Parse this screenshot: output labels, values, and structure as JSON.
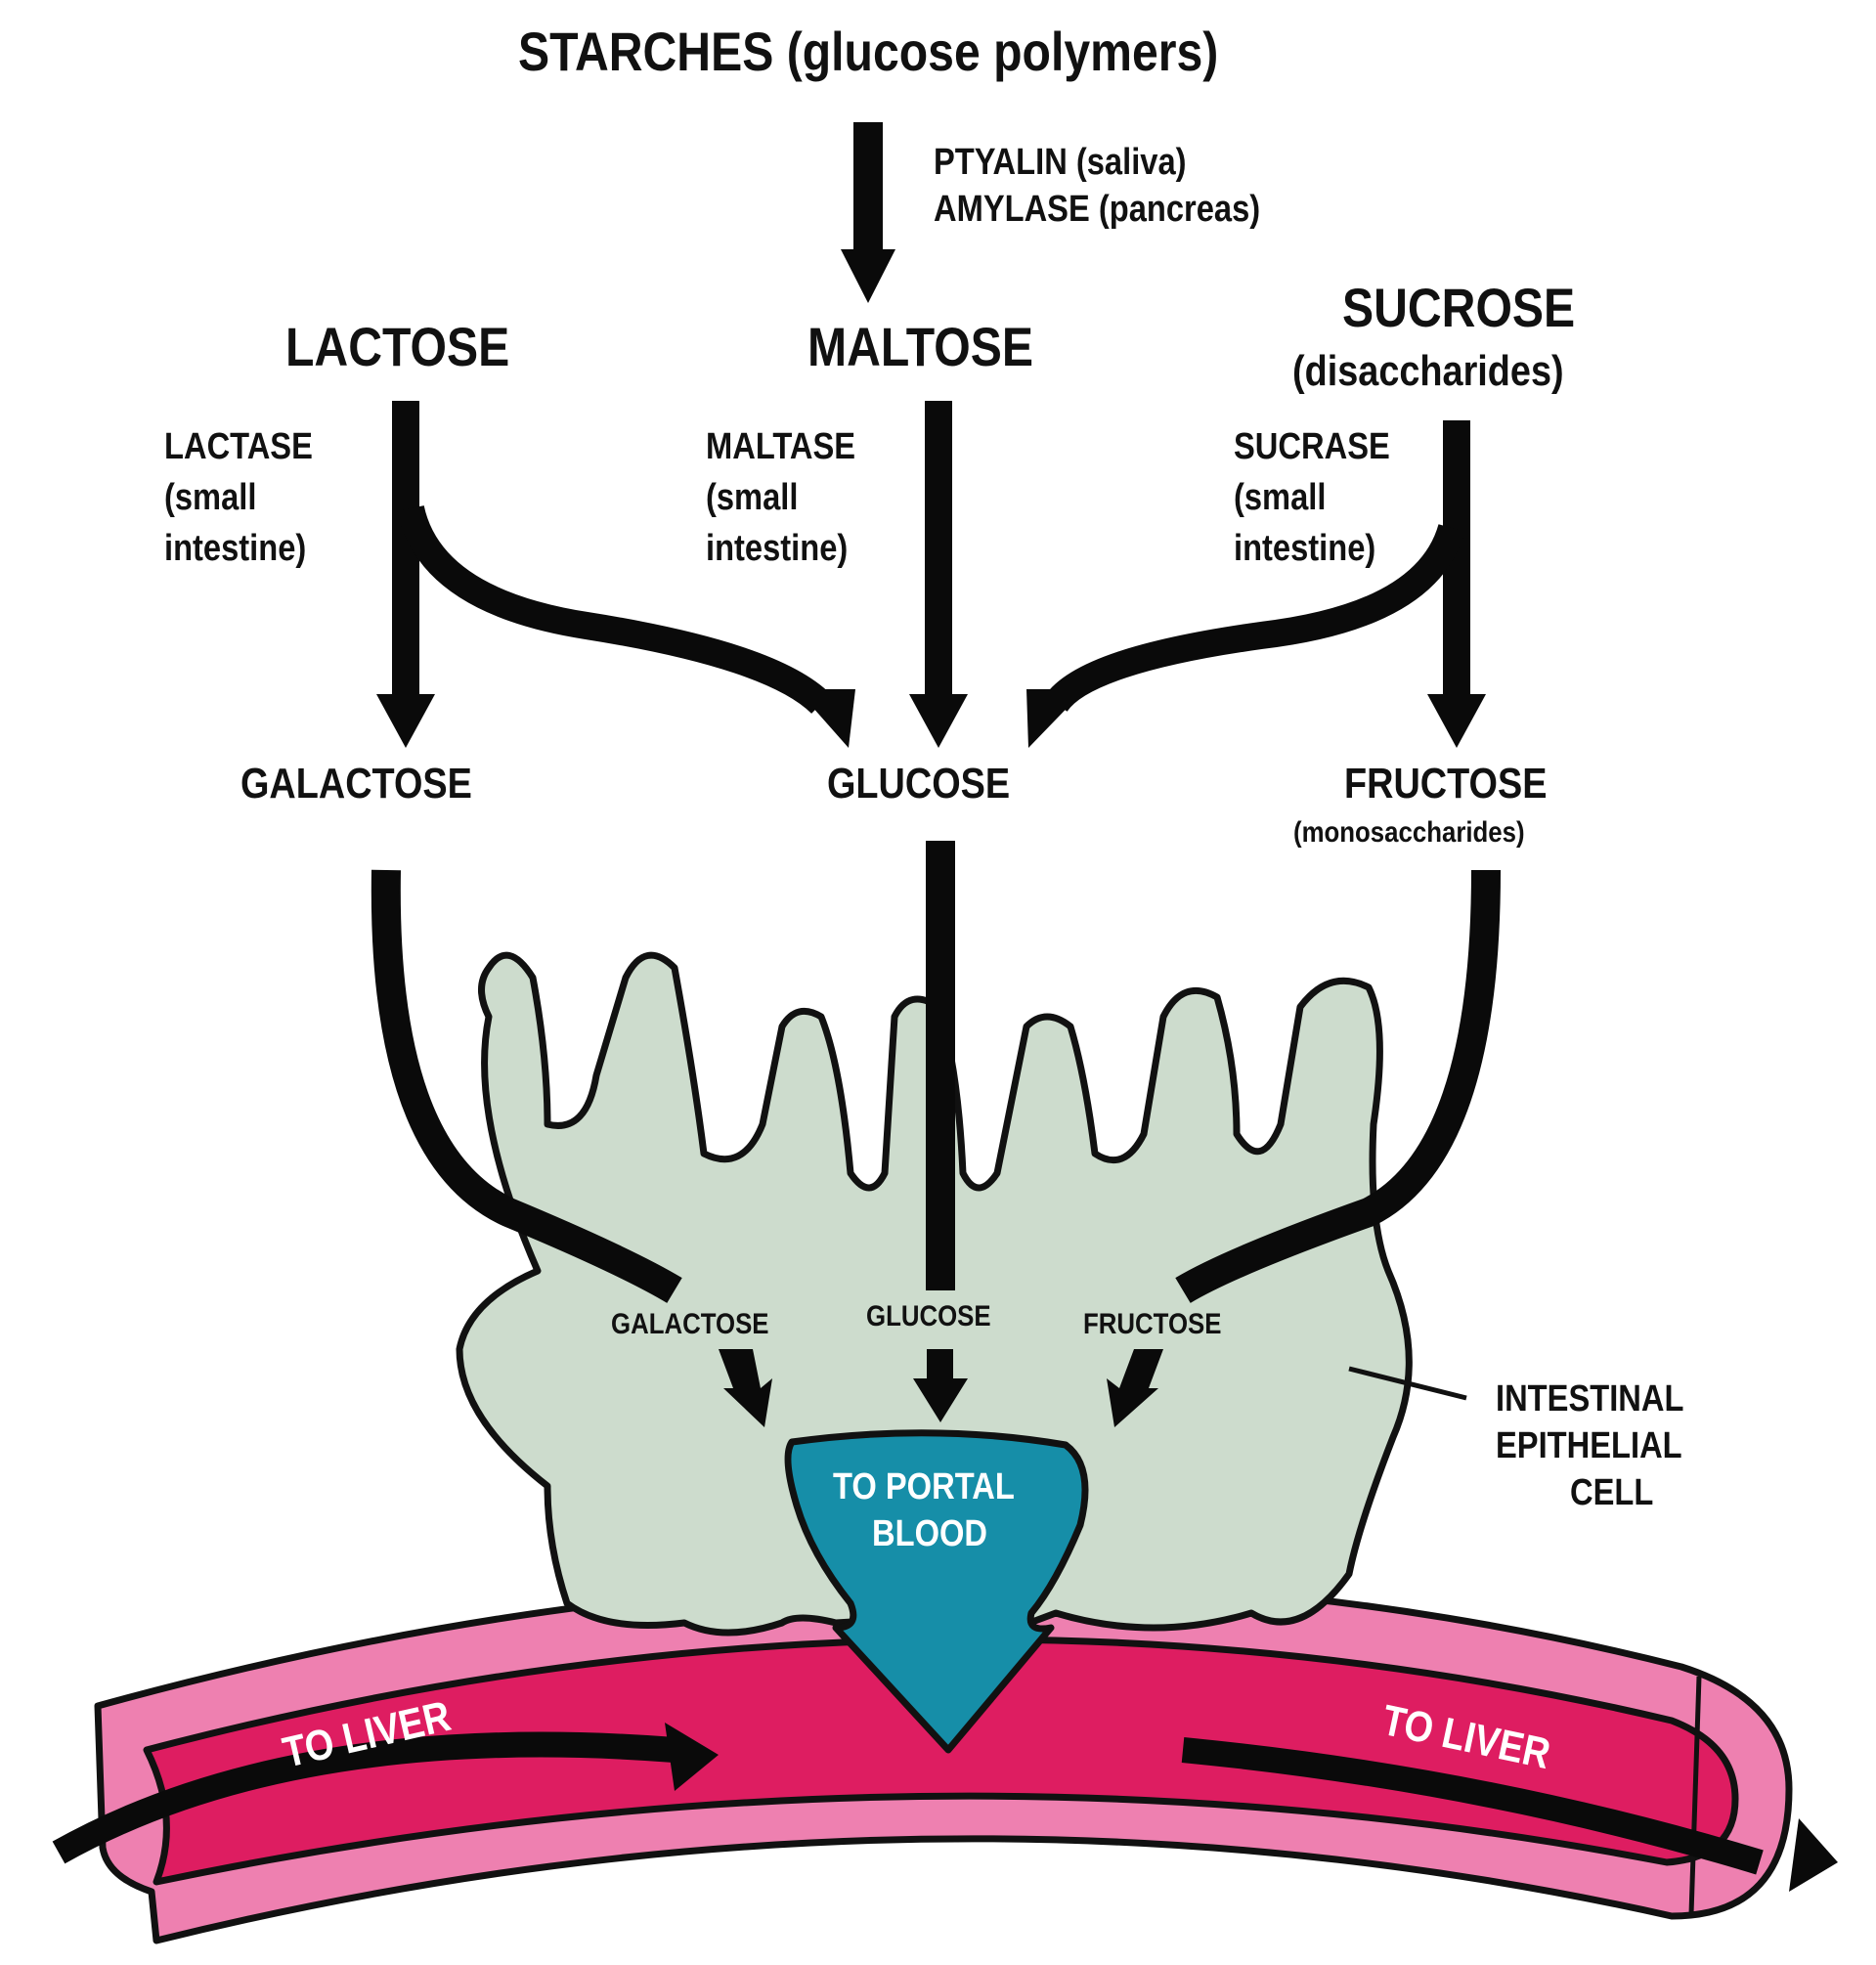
{
  "title": "STARCHES (glucose polymers)",
  "enzymes": {
    "starch": [
      "PTYALIN (saliva)",
      "AMYLASE (pancreas)"
    ],
    "lactase": [
      "LACTASE",
      "(small",
      "intestine)"
    ],
    "maltase": [
      "MALTASE",
      "(small",
      "intestine)"
    ],
    "sucrase": [
      "SUCRASE",
      "(small",
      "intestine)"
    ]
  },
  "disaccharides": {
    "lactose": "LACTOSE",
    "maltose": "MALTOSE",
    "sucrose": "SUCROSE",
    "group_label": "(disaccharides)"
  },
  "monosaccharides": {
    "galactose": "GALACTOSE",
    "glucose": "GLUCOSE",
    "fructose": "FRUCTOSE",
    "group_label": "(monosaccharides)"
  },
  "cell": {
    "inner_labels": [
      "GALACTOSE",
      "GLUCOSE",
      "FRUCTOSE"
    ],
    "callout": [
      "INTESTINAL",
      "EPITHELIAL",
      "CELL"
    ],
    "portal_label": [
      "TO PORTAL",
      "BLOOD"
    ]
  },
  "vessel": {
    "left_label": "TO LIVER",
    "right_label": "TO LIVER"
  },
  "colors": {
    "cell_fill": "#cddccd",
    "portal_fill": "#168ea8",
    "vessel_outer": "#ee80b0",
    "vessel_inner": "#de1d61",
    "arrow": "#0a0a0a"
  }
}
